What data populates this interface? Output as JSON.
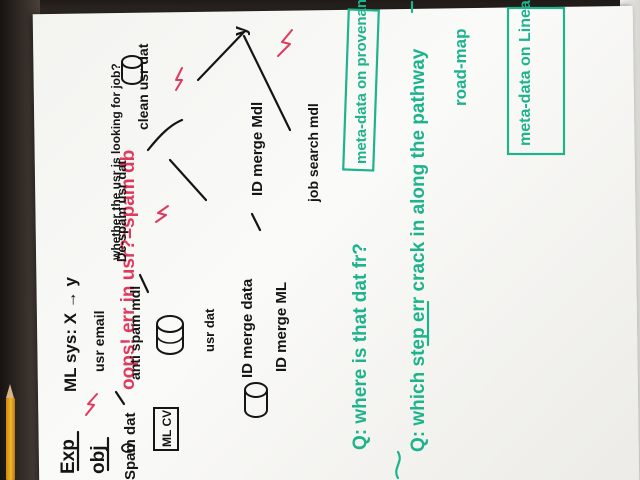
{
  "photo": {
    "subject": "whiteboard",
    "ink_colors": {
      "black": "#151515",
      "red": "#e0395d",
      "green": "#1db38d"
    }
  },
  "header": {
    "exp": "Exp",
    "obj": "obj",
    "ml_sys": "ML sys: X → y",
    "usr_email": "usr email",
    "whether": "whether the usr is looking for job?"
  },
  "error_note": "oops! err in usr?=spam db",
  "pipeline": {
    "spam_dat": "Spam dat",
    "anti_spam_mdl": "anti spam mdl",
    "de_spam": "De-spam usr dat",
    "clean": "clean usr dat",
    "ml_cv": "ML CV",
    "usr_dat": "usr dat",
    "id_merge_data": "ID merge data",
    "id_merge_ml": "ID merge ML",
    "id_merge_mdl": "ID merge Mdl",
    "job_search": "job search mdl",
    "y": "y"
  },
  "questions": {
    "q1": "Q: where is that dat fr?",
    "q2": "Q: which step err crack in along the pathway"
  },
  "boxes": {
    "provenance": "meta-data on provenance",
    "roadmap": "road-map",
    "lineage": "meta-data on Lineage"
  }
}
